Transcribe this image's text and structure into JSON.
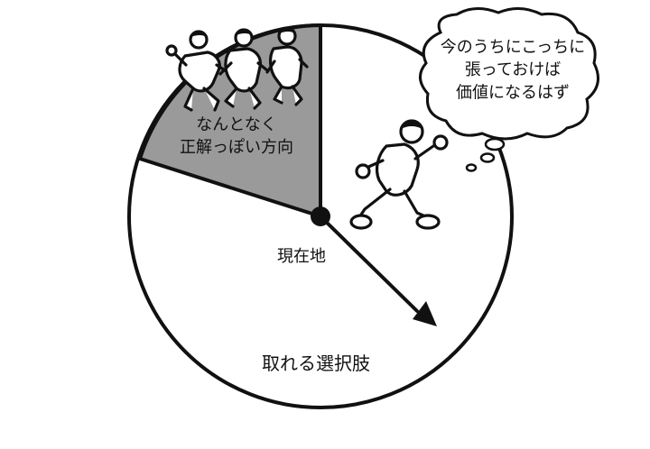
{
  "diagram": {
    "sectors": {
      "correct_direction": "なんとなく\n正解っぽい方向",
      "current_position": "現在地",
      "choices": "取れる選択肢"
    },
    "thought_bubble": "今のうちにこっちに\n張っておけば\n価値になるはず",
    "colors": {
      "shaded_sector": "#9a9a9a",
      "line": "#111111",
      "background": "#ffffff"
    },
    "icons": [
      "crowd-runners-icon",
      "lone-runner-icon",
      "direction-arrow-icon",
      "thought-bubble-icon"
    ]
  }
}
